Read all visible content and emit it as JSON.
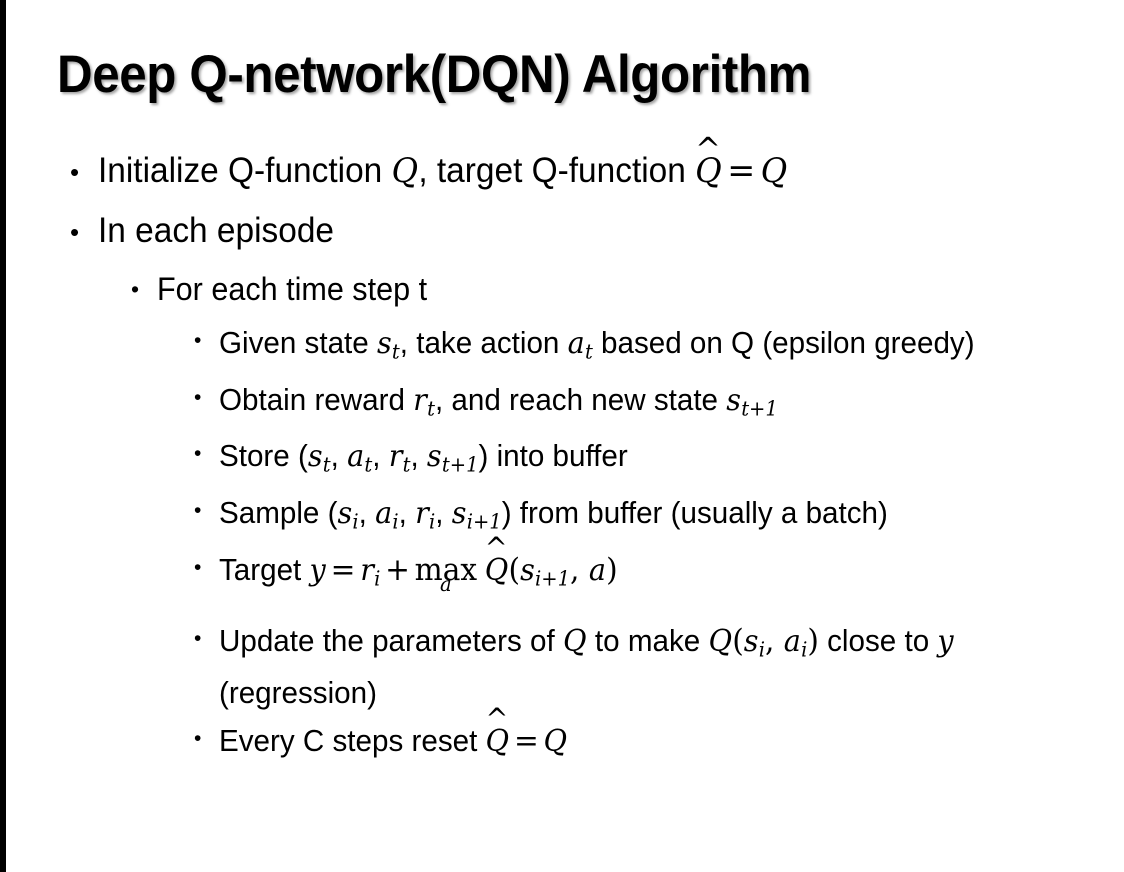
{
  "slide": {
    "title": "Deep Q-network(DQN) Algorithm",
    "background_color": "#ffffff",
    "text_color": "#000000",
    "left_edge_bar_color": "#000000",
    "bullet_glyph": "•"
  },
  "bullets": {
    "initialize": {
      "level": 1,
      "pre": "Initialize Q-function ",
      "var_q": "Q",
      "mid": ", target Q-function ",
      "hat_q": "Q",
      "hat_glyph": "^",
      "equals": "=",
      "var_q2": "Q",
      "plain": "Initialize Q-function Q, target Q-function Q̂ = Q"
    },
    "each_episode": {
      "level": 1,
      "text": "In each episode"
    },
    "each_time_step": {
      "level": 2,
      "text": "For each time step t"
    },
    "given_state": {
      "level": 3,
      "pre": "Given state ",
      "var_s": "s",
      "sub_s": "t",
      "mid": ", take action ",
      "var_a": "a",
      "sub_a": "t",
      "post": " based on Q (epsilon greedy)",
      "plain": "Given state s_t, take action a_t based on Q (epsilon greedy)"
    },
    "obtain_reward": {
      "level": 3,
      "pre": "Obtain reward ",
      "var_r": "r",
      "sub_r": "t",
      "mid": ", and reach new state ",
      "var_s": "s",
      "sub_s": "t+1",
      "plain": "Obtain reward r_t, and reach new state s_{t+1}"
    },
    "store": {
      "level": 3,
      "pre": "Store (",
      "var_s": "s",
      "sub_s": "t",
      "sep1": ", ",
      "var_a": "a",
      "sub_a": "t",
      "sep2": ", ",
      "var_r": "r",
      "sub_r": "t",
      "sep3": ", ",
      "var_s2": "s",
      "sub_s2": "t+1",
      "post": ") into buffer",
      "plain": "Store (s_t, a_t, r_t, s_{t+1}) into buffer"
    },
    "sample": {
      "level": 3,
      "pre": "Sample (",
      "var_s": "s",
      "sub_s": "i",
      "sep1": ", ",
      "var_a": "a",
      "sub_a": "i",
      "sep2": ", ",
      "var_r": "r",
      "sub_r": "i",
      "sep3": ", ",
      "var_s2": "s",
      "sub_s2": "i+1",
      "post": ") from buffer (usually a batch)",
      "plain": "Sample (s_i, a_i, r_i, s_{i+1}) from buffer (usually a batch)"
    },
    "target": {
      "level": 3,
      "pre": "Target ",
      "var_y": "y",
      "equals": "=",
      "var_r": "r",
      "sub_r": "i",
      "plus": "+",
      "op": "max",
      "op_under": "a",
      "hat_q": "Q",
      "hat_glyph": "^",
      "paren_open": "(",
      "var_s": "s",
      "sub_s": "i+1",
      "comma": ", ",
      "var_a": "a",
      "paren_close": ")",
      "plain": "Target y = r_i + max_a Q̂(s_{i+1}, a)"
    },
    "update": {
      "level": 3,
      "pre": "Update the parameters of ",
      "var_q": "Q",
      "mid": " to make ",
      "var_q2": "Q",
      "paren_open": "(",
      "var_s": "s",
      "sub_s": "i",
      "comma": ", ",
      "var_a": "a",
      "sub_a": "i",
      "paren_close": ")",
      "post": " close to ",
      "var_y": "y",
      "tail": " (regression)",
      "plain": "Update the parameters of Q to make Q(s_i, a_i) close to y (regression)"
    },
    "reset": {
      "level": 3,
      "pre": "Every C steps reset ",
      "hat_q": "Q",
      "hat_glyph": "^",
      "equals": "=",
      "var_q": "Q",
      "plain": "Every C steps reset Q̂ = Q"
    }
  }
}
